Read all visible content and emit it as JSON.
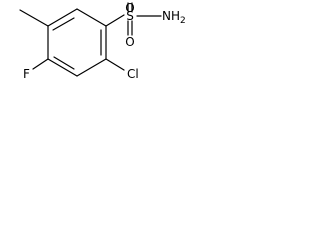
{
  "atoms": {
    "s": "S",
    "o_top": "O",
    "o_bottom": "O",
    "nh2": "NH",
    "nh2_sub": "2",
    "cl": "Cl",
    "f": "F"
  },
  "colors": {
    "line": "#000000",
    "background": "#ffffff"
  }
}
